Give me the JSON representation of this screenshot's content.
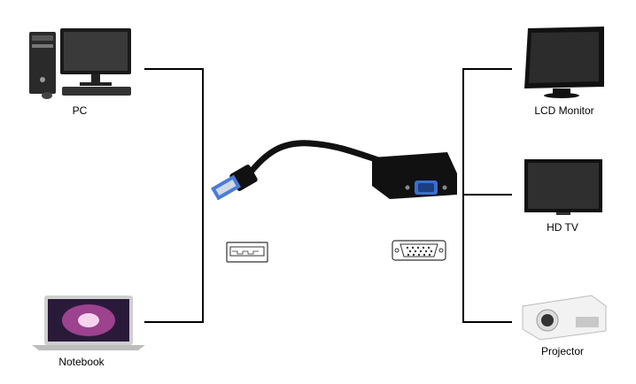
{
  "sources": [
    {
      "label": "PC",
      "icon": "desktop-pc-icon"
    },
    {
      "label": "Notebook",
      "icon": "laptop-icon"
    }
  ],
  "adapter": {
    "input_connector_icon": "usb-connector-icon",
    "output_connector_icon": "vga-connector-icon",
    "input_port_icon": "usb-port-icon",
    "output_port_icon": "vga-port-icon"
  },
  "displays": [
    {
      "label": "LCD Monitor",
      "icon": "lcd-monitor-icon"
    },
    {
      "label": "HD TV",
      "icon": "hdtv-icon"
    },
    {
      "label": "Projector",
      "icon": "projector-icon"
    }
  ],
  "colors": {
    "line": "#000000",
    "device_dark": "#1a1a1a",
    "accent_blue": "#2b6fd6"
  }
}
